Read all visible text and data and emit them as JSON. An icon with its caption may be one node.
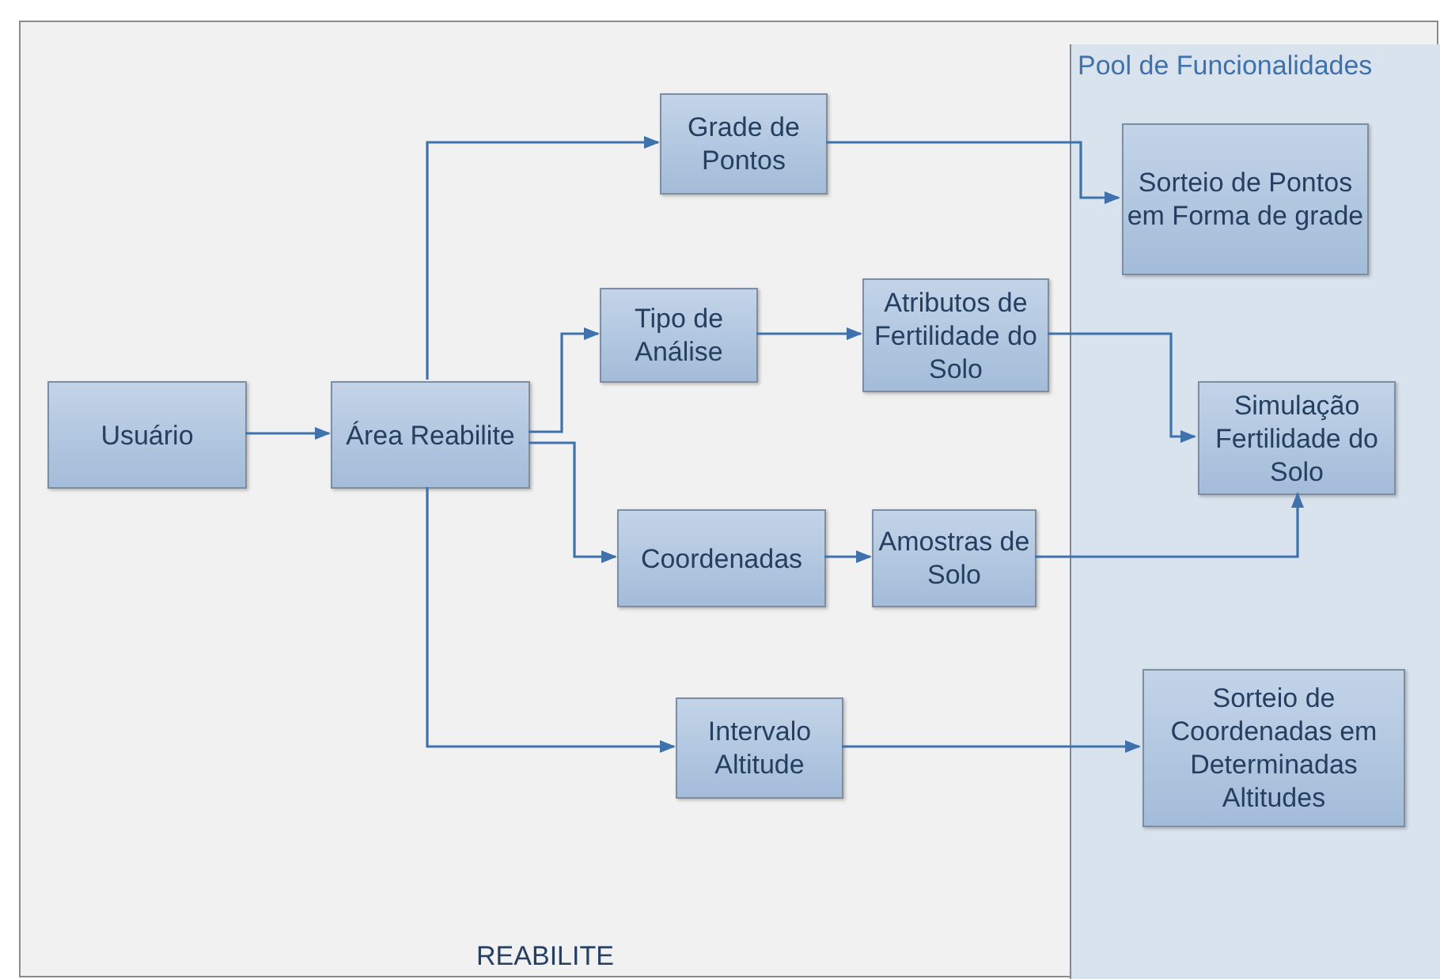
{
  "diagram": {
    "nodes": [
      {
        "text": [
          "REABILITE"
        ]
      },
      {
        "text": [
          "Pool de Funcionalidades"
        ],
        "in": 0
      },
      {
        "text": [
          "Usuário"
        ],
        "in": 0
      },
      {
        "text": [
          "Área Reabilite"
        ],
        "in": 0
      },
      {
        "text": [
          "Grade de Pontos"
        ],
        "in": 0
      },
      {
        "text": [
          "Tipo de Análise"
        ],
        "in": 0
      },
      {
        "text": [
          "Atributos de Fertilidade do Solo"
        ],
        "in": 0
      },
      {
        "text": [
          "Coordenadas"
        ],
        "in": 0
      },
      {
        "text": [
          "Amostras de Solo"
        ],
        "in": 0
      },
      {
        "text": [
          "Intervalo Altitude"
        ],
        "in": 0
      },
      {
        "text": [
          "Sorteio de Pontos em Forma de grade"
        ],
        "in": 1
      },
      {
        "text": [
          "Simulação Fertilidade do Solo"
        ],
        "in": 1
      },
      {
        "text": [
          "Sorteio de Coordenadas em Determinadas Altitudes"
        ],
        "in": 1
      }
    ],
    "edges": [
      {
        "from": 2,
        "to": 3,
        "arrow": "to"
      },
      {
        "from": 3,
        "to": 4,
        "arrow": "to"
      },
      {
        "from": 3,
        "to": 5,
        "arrow": "to"
      },
      {
        "from": 3,
        "to": 7,
        "arrow": "to"
      },
      {
        "from": 3,
        "to": 9,
        "arrow": "to"
      },
      {
        "from": 4,
        "to": 10,
        "arrow": "to"
      },
      {
        "from": 5,
        "to": 6,
        "arrow": "to"
      },
      {
        "from": 6,
        "to": 11,
        "arrow": "to"
      },
      {
        "from": 7,
        "to": 8,
        "arrow": "to"
      },
      {
        "from": 8,
        "to": 11,
        "arrow": "to"
      },
      {
        "from": 9,
        "to": 12,
        "arrow": "to"
      }
    ]
  }
}
